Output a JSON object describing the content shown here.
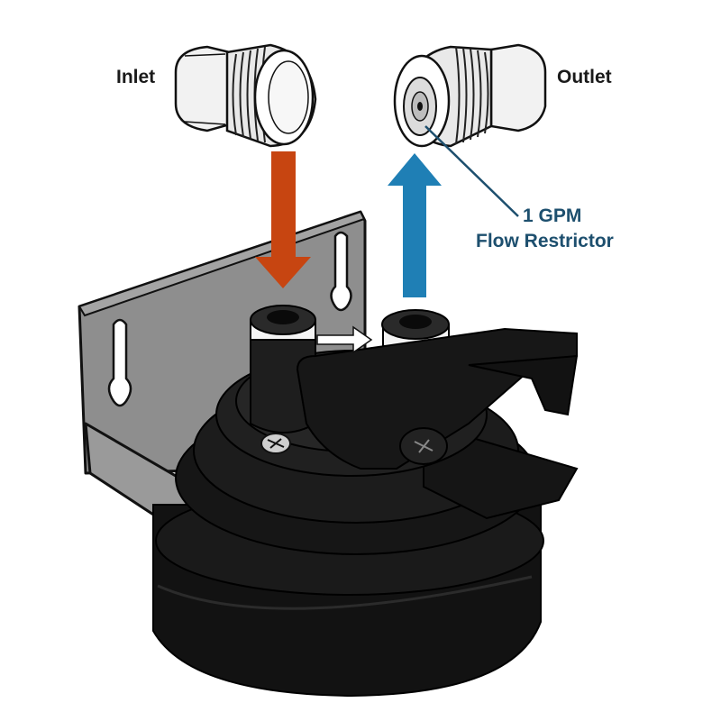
{
  "labels": {
    "inlet": "Inlet",
    "outlet": "Outlet",
    "restrictor_line1": "1 GPM",
    "restrictor_line2": "Flow Restrictor"
  },
  "colors": {
    "inlet_arrow": "#c74511",
    "outlet_arrow": "#1f7fb5",
    "callout": "#1d4f6e",
    "housing": "#111111",
    "bracket": "#8b8b8b",
    "fitting": "#ffffff",
    "internal_flow_arrow": "#ffffff"
  },
  "icons": {
    "inlet_flow": "arrow-down",
    "outlet_flow": "arrow-up",
    "internal_flow": "arrow-right"
  }
}
